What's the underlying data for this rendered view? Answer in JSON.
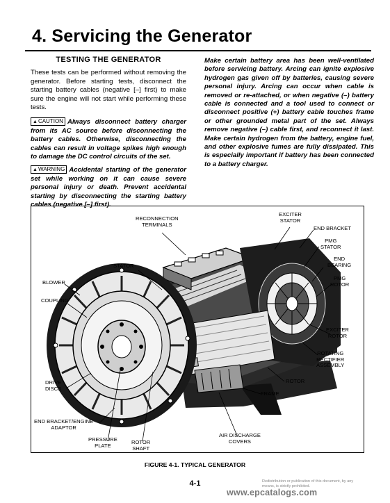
{
  "page": {
    "chapter_title": "4. Servicing the Generator",
    "section_heading": "TESTING THE GENERATOR",
    "intro": "These tests can be performed without removing the generator. Before starting tests, disconnect the starting battery cables (negative [–] first) to make sure the engine will not start while performing these tests.",
    "caution_label": "CAUTION",
    "caution_text": "Always disconnect battery charger from its AC source before disconnecting the battery cables. Otherwise, disconnecting the cables can result in voltage spikes high enough to damage the DC control circuits of the set.",
    "warning_label": "WARNING",
    "warning_text": "Accidental starting of the generator set while working on it can cause severe personal injury or death. Prevent accidental starting by disconnecting the starting battery cables (negative [–] first).",
    "right_column_text": "Make certain battery area has been well-ventilated before servicing battery. Arcing can ignite explosive hydrogen gas given off by batteries, causing severe personal injury. Arcing can occur when cable is removed or re-attached, or when negative (–) battery cable is connected and a tool used to connect or disconnect positive (+) battery cable touches frame or other grounded metal part of the set. Always remove negative (–) cable first, and reconnect it last. Make certain hydrogen from the battery, engine fuel, and other explosive fumes are fully dissipated. This is especially important if battery has been connected to a battery charger."
  },
  "figure": {
    "caption": "FIGURE 4-1. TYPICAL GENERATOR",
    "labels": {
      "reconnection_terminals": "RECONNECTION\nTERMINALS",
      "exciter_stator": "EXCITER\nSTATOR",
      "end_bracket": "END BRACKET",
      "pmg_stator": "PMG\nSTATOR",
      "end_bearing": "END\nBEARING",
      "pmg_rotor": "PMG\nROTOR",
      "stator": "STATOR",
      "blower": "BLOWER",
      "coupling": "COUPLING",
      "exciter_rotor": "EXCITER\nROTOR",
      "rotating_rectifier_assembly": "ROTATING\nRECTIFIER\nASSEMBLY",
      "rotor": "ROTOR",
      "drive_discs": "DRIVE\nDISCS",
      "frame": "FRAME",
      "end_bracket_engine_adaptor": "END BRACKET/ENGINE\nADAPTOR",
      "pressure_plate": "PRESSURE\nPLATE",
      "rotor_shaft": "ROTOR\nSHAFT",
      "air_discharge_covers": "AIR DISCHARGE\nCOVERS"
    }
  },
  "footer": {
    "page_number": "4-1",
    "disclaimer": "Redistribution or publication of this document, by any means, is strictly prohibited.",
    "watermark": "www.epcatalogs.com"
  }
}
